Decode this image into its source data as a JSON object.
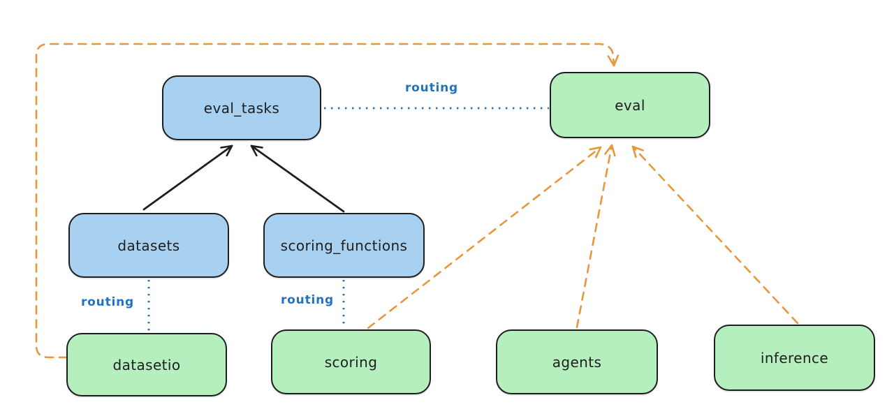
{
  "diagram": {
    "title": "",
    "nodes": {
      "eval_tasks": {
        "label": "eval_tasks",
        "fill": "blue"
      },
      "eval": {
        "label": "eval",
        "fill": "green"
      },
      "datasets": {
        "label": "datasets",
        "fill": "blue"
      },
      "scoring_functions": {
        "label": "scoring_functions",
        "fill": "blue"
      },
      "datasetio": {
        "label": "datasetio",
        "fill": "green"
      },
      "scoring": {
        "label": "scoring",
        "fill": "green"
      },
      "agents": {
        "label": "agents",
        "fill": "green"
      },
      "inference": {
        "label": "inference",
        "fill": "green"
      }
    },
    "edge_labels": {
      "routing_eval": "routing",
      "routing_datasetio": "routing",
      "routing_scoring": "routing"
    },
    "edges": [
      {
        "from": "datasets",
        "to": "eval_tasks",
        "style": "solid-black-arrow"
      },
      {
        "from": "scoring_functions",
        "to": "eval_tasks",
        "style": "solid-black-arrow"
      },
      {
        "from": "eval_tasks",
        "to": "eval",
        "style": "dotted-blue",
        "label": "routing"
      },
      {
        "from": "datasets",
        "to": "datasetio",
        "style": "dotted-blue",
        "label": "routing"
      },
      {
        "from": "scoring_functions",
        "to": "scoring",
        "style": "dotted-blue",
        "label": "routing"
      },
      {
        "from": "datasetio",
        "to": "eval",
        "style": "dashed-orange-arrow"
      },
      {
        "from": "scoring",
        "to": "eval",
        "style": "dashed-orange-arrow"
      },
      {
        "from": "agents",
        "to": "eval",
        "style": "dashed-orange-arrow"
      },
      {
        "from": "inference",
        "to": "eval",
        "style": "dashed-orange-arrow"
      }
    ],
    "colors": {
      "background": "#ffffff",
      "blue_fill": "#a8d1f1",
      "green_fill": "#b5efbd",
      "node_stroke": "#1e1e1e",
      "routing_blue": "#1f72c5",
      "orange": "#e8963c",
      "black_arrow": "#1e1e1e"
    }
  }
}
